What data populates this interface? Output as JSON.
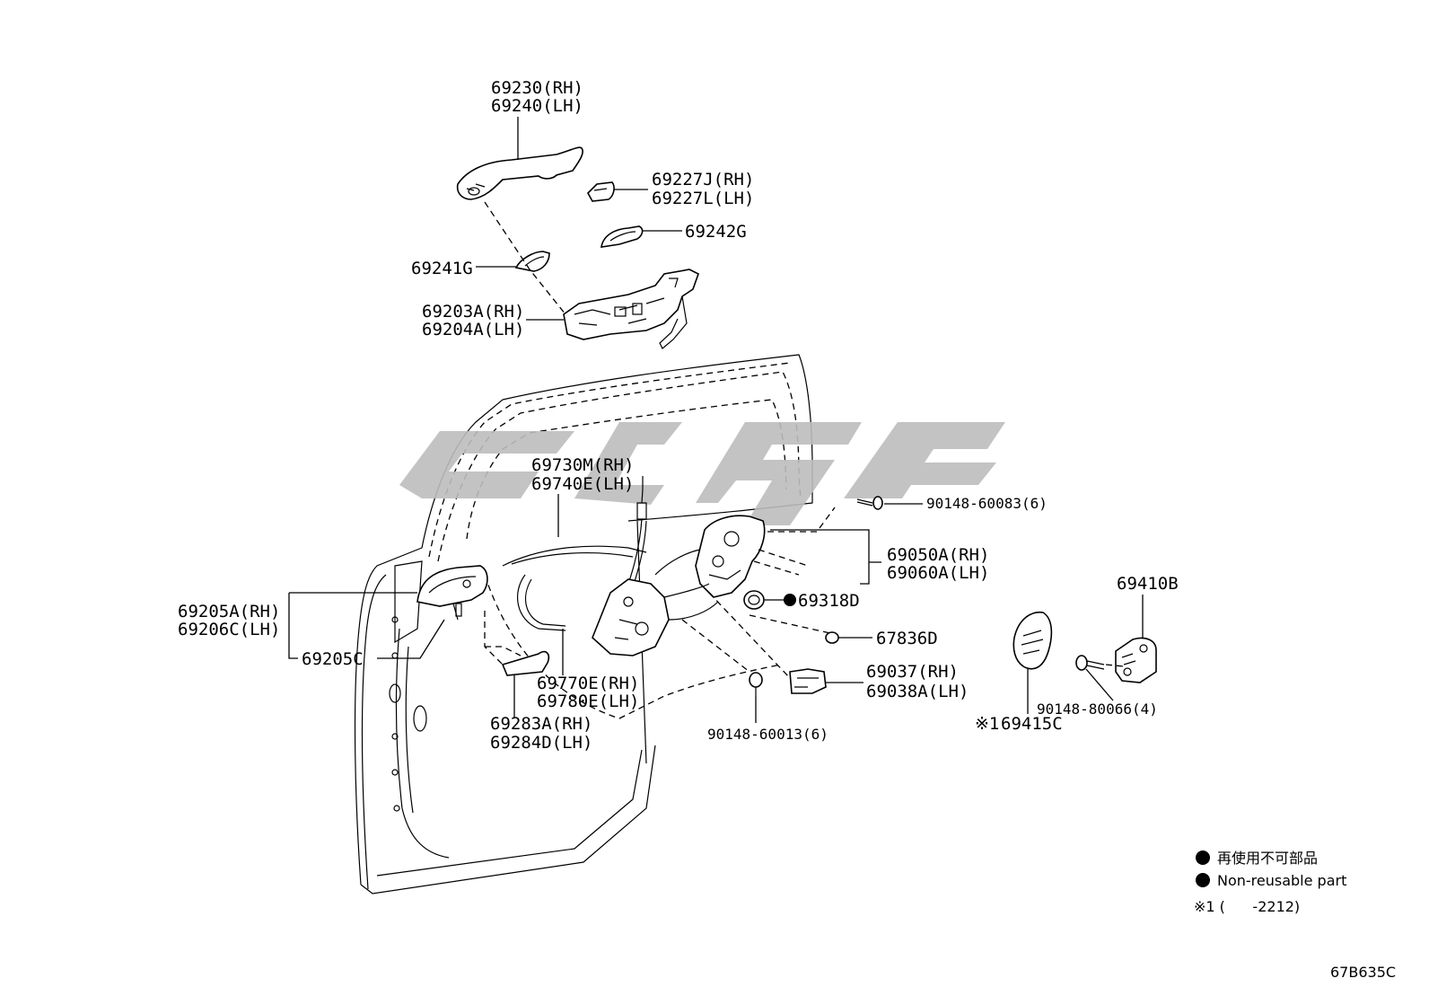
{
  "labels": {
    "outer_handle_rh": "69230(RH)",
    "outer_handle_lh": "69240(LH)",
    "cap_rh": "69227J(RH)",
    "cap_lh": "69227L(LH)",
    "pad_g": "69242G",
    "pad_241": "69241G",
    "frame_rh": "69203A(RH)",
    "frame_lh": "69204A(LH)",
    "cable_rh": "69730M(RH)",
    "cable_lh": "69740E(LH)",
    "screw_60083": "90148-60083(6)",
    "lock_rh": "69050A(RH)",
    "lock_lh": "69060A(LH)",
    "seal_69318": "69318D",
    "plug_67836": "67836D",
    "inner_handle_rh": "69205A(RH)",
    "inner_handle_lh": "69206C(LH)",
    "inner_handle_c": "69205C",
    "cable2_rh": "69770E(RH)",
    "cable2_lh": "69780E(LH)",
    "cover_rh": "69283A(RH)",
    "cover_lh": "69284D(LH)",
    "protector_rh": "69037(RH)",
    "protector_lh": "69038A(LH)",
    "screw_60013": "90148-60013(6)",
    "striker": "69410B",
    "screw_80066": "90148-80066(4)",
    "note_mark": "※1",
    "striker_cover": "69415C"
  },
  "legend": {
    "non_reusable_jp": "再使用不可部品",
    "non_reusable_en": "Non-reusable part",
    "note": "※1 (      -2212)"
  },
  "diagram_code": "67B635C"
}
